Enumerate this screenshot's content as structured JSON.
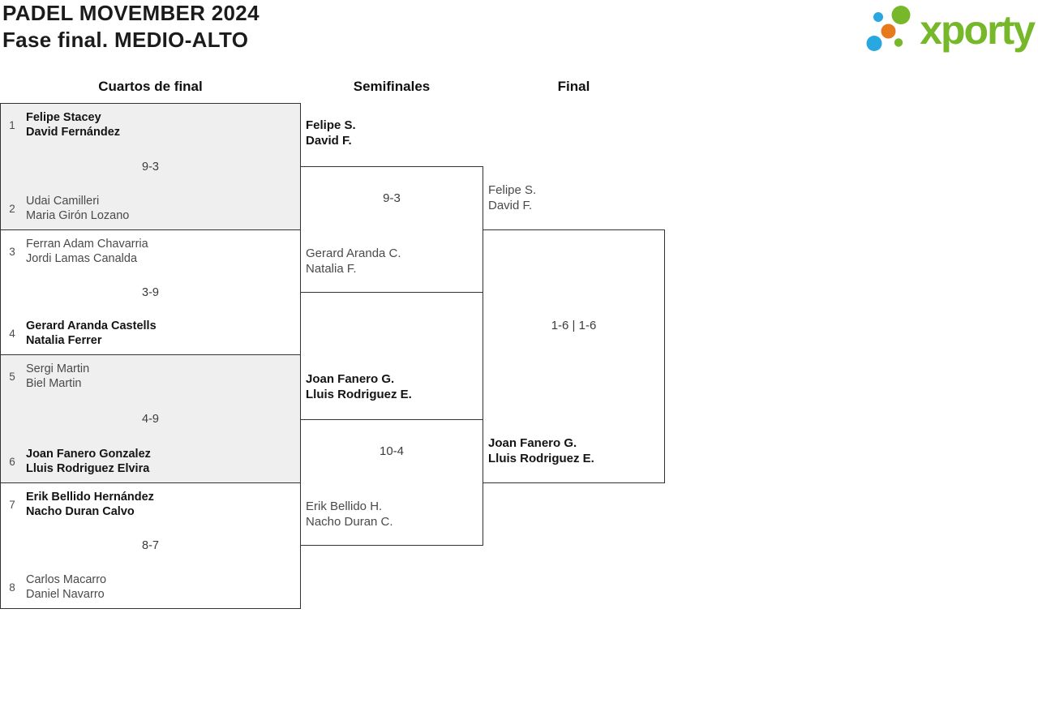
{
  "header": {
    "title_line1": "PADEL MOVEMBER 2024",
    "title_line2": "Fase final. MEDIO-ALTO",
    "logo_text": "xporty"
  },
  "rounds": [
    {
      "label": "Cuartos de final"
    },
    {
      "label": "Semifinales"
    },
    {
      "label": "Final"
    }
  ],
  "quarterfinals": [
    {
      "seed_top": "1",
      "team_top": {
        "player1": "Felipe Stacey",
        "player2": "David Fernández",
        "winner": true
      },
      "score": "9-3",
      "seed_bottom": "2",
      "team_bottom": {
        "player1": "Udai Camilleri",
        "player2": "Maria Girón Lozano",
        "winner": false
      }
    },
    {
      "seed_top": "3",
      "team_top": {
        "player1": "Ferran Adam Chavarria",
        "player2": "Jordi Lamas Canalda",
        "winner": false
      },
      "score": "3-9",
      "seed_bottom": "4",
      "team_bottom": {
        "player1": "Gerard Aranda Castells",
        "player2": "Natalia Ferrer",
        "winner": true
      }
    },
    {
      "seed_top": "5",
      "team_top": {
        "player1": "Sergi Martin",
        "player2": "Biel Martin",
        "winner": false
      },
      "score": "4-9",
      "seed_bottom": "6",
      "team_bottom": {
        "player1": "Joan Fanero Gonzalez",
        "player2": "Lluis Rodriguez Elvira",
        "winner": true
      }
    },
    {
      "seed_top": "7",
      "team_top": {
        "player1": "Erik Bellido Hernández",
        "player2": "Nacho Duran Calvo",
        "winner": true
      },
      "score": "8-7",
      "seed_bottom": "8",
      "team_bottom": {
        "player1": "Carlos Macarro",
        "player2": "Daniel Navarro",
        "winner": false
      }
    }
  ],
  "semifinals": [
    {
      "team_top": {
        "player1": "Felipe S.",
        "player2": "David F.",
        "winner": true
      },
      "score": "9-3",
      "team_bottom": {
        "player1": "Gerard Aranda C.",
        "player2": "Natalia F.",
        "winner": false
      }
    },
    {
      "team_top": {
        "player1": "Joan Fanero G.",
        "player2": "Lluis Rodriguez E.",
        "winner": true
      },
      "score": "10-4",
      "team_bottom": {
        "player1": "Erik Bellido H.",
        "player2": "Nacho Duran C.",
        "winner": false
      }
    }
  ],
  "final": {
    "team_top": {
      "player1": "Felipe S.",
      "player2": "David F.",
      "winner": false
    },
    "score": "1-6 | 1-6",
    "team_bottom": {
      "player1": "Joan Fanero G.",
      "player2": "Lluis Rodriguez E.",
      "winner": true
    }
  },
  "colors": {
    "logo_green": "#76b82a",
    "logo_blue": "#29a8e0",
    "logo_orange": "#e87a1e",
    "shaded_match_background": "#efefef",
    "winner_text": "#141414",
    "loser_text": "#4a4a4a"
  }
}
